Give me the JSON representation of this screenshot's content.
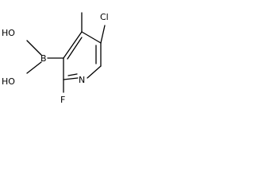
{
  "structure": {
    "atoms": {
      "hydroxyl_top": "HO",
      "boron": "B",
      "hydroxyl_bottom": "HO",
      "chlorine": "Cl",
      "nitrogen": "N",
      "fluorine": "F"
    }
  }
}
